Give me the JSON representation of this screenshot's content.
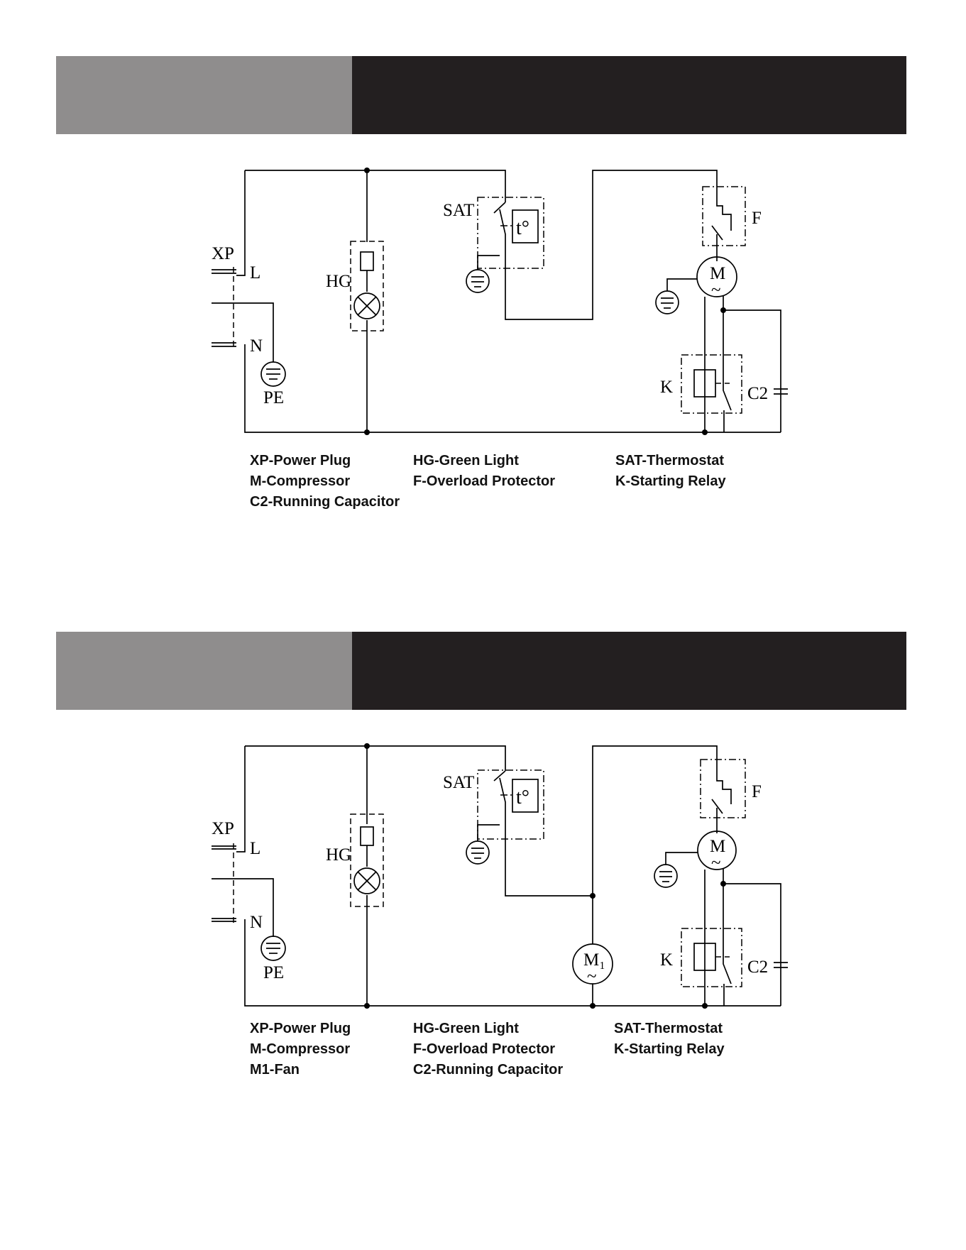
{
  "colors": {
    "band_left": "#8f8d8d",
    "band_right": "#231f20"
  },
  "diagram1": {
    "labels": {
      "xp": "XP",
      "l": "L",
      "n": "N",
      "pe": "PE",
      "hg": "HG",
      "sat": "SAT",
      "t": "t°",
      "m": "M",
      "tilde": "~",
      "f": "F",
      "k": "K",
      "c2": "C2"
    },
    "legend": [
      [
        "XP-Power Plug",
        "M-Compressor",
        "C2-Running Capacitor"
      ],
      [
        "HG-Green Light",
        "F-Overload Protector"
      ],
      [
        "SAT-Thermostat",
        "K-Starting  Relay"
      ]
    ]
  },
  "diagram2": {
    "labels": {
      "xp": "XP",
      "l": "L",
      "n": "N",
      "pe": "PE",
      "hg": "HG",
      "sat": "SAT",
      "t": "t°",
      "m": "M",
      "m1": "M₁",
      "tilde": "~",
      "f": "F",
      "k": "K",
      "c2": "C2"
    },
    "legend": [
      [
        "XP-Power Plug",
        "M-Compressor",
        "M1-Fan"
      ],
      [
        "HG-Green Light",
        "F-Overload Protector",
        "C2-Running Capacitor"
      ],
      [
        "SAT-Thermostat",
        "K-Starting  Relay"
      ]
    ]
  }
}
